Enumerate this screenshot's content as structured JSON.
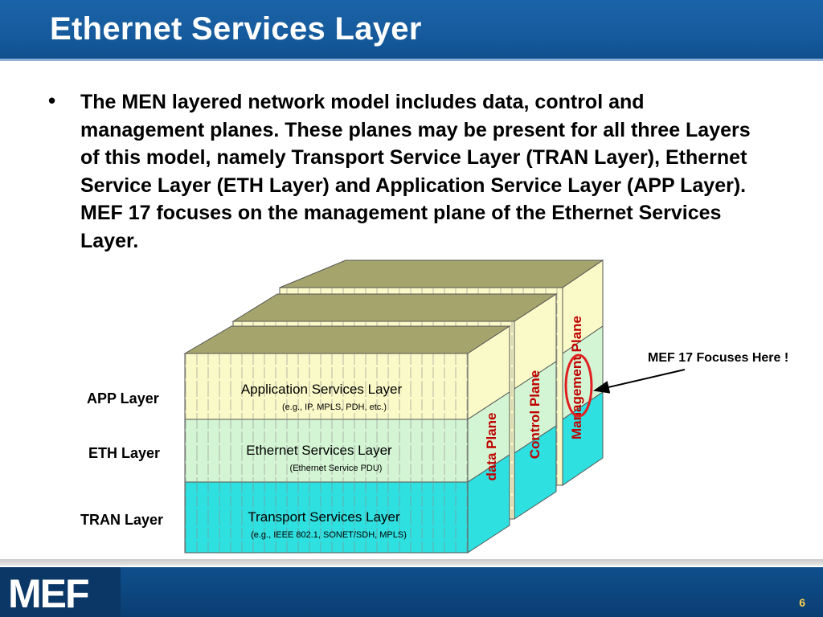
{
  "slide": {
    "title": "Ethernet Services Layer",
    "bullet_symbol": "•",
    "bullet_text": "The MEN layered network model includes data, control and management planes. These planes may be present for all three Layers of this model, namely Transport Service Layer (TRAN Layer), Ethernet Service Layer (ETH Layer) and Application Service Layer (APP Layer). MEF 17 focuses on the management plane of the Ethernet Services Layer.",
    "page_number": "6",
    "logo_text": "MEF"
  },
  "diagram": {
    "layer_labels": {
      "app": "APP Layer",
      "eth": "ETH Layer",
      "tran": "TRAN Layer"
    },
    "front_layers": {
      "app": {
        "title": "Application Services Layer",
        "subtitle": "(e.g., IP, MPLS, PDH, etc.)"
      },
      "eth": {
        "title": "Ethernet Services Layer",
        "subtitle": "(Ethernet Service PDU)"
      },
      "tran": {
        "title": "Transport Services Layer",
        "subtitle": "(e.g., IEEE 802.1, SONET/SDH, MPLS)"
      }
    },
    "planes": {
      "data": "data Plane",
      "control": "Control Plane",
      "management": "Management Plane"
    },
    "callout": "MEF 17 Focuses Here !",
    "colors": {
      "app": "#fafac8",
      "eth": "#d4f5d4",
      "tran": "#2ee0e0",
      "top": "#a4a46c",
      "plane_label": "#c00000",
      "highlight_ring": "#e02020"
    }
  }
}
